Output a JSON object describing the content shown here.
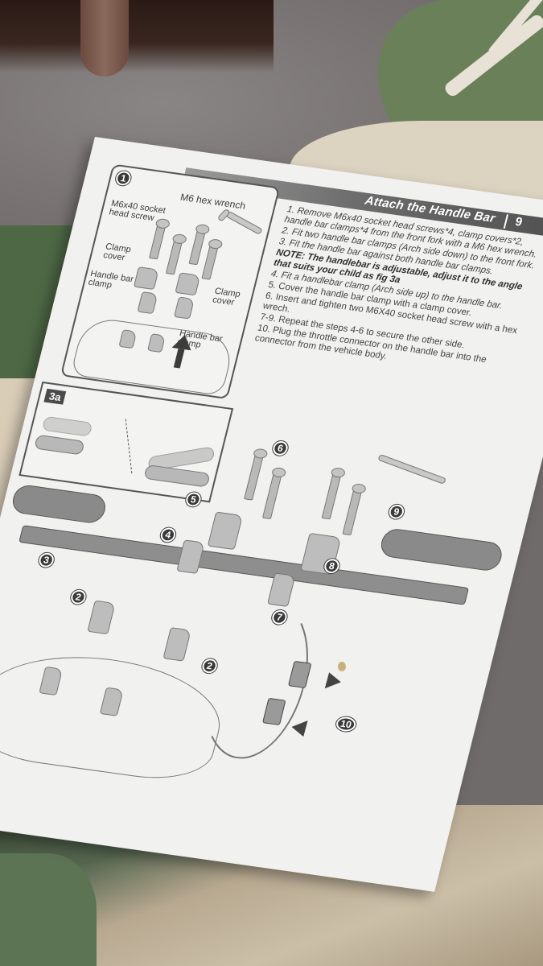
{
  "document": {
    "section_title": "Attach the Handle Bar",
    "page_number": "9"
  },
  "panel_1": {
    "number": "1",
    "labels": {
      "hex_wrench": "M6 hex wrench",
      "socket_screw": "M6x40 socket head screw",
      "clamp_cover_left": "Clamp cover",
      "handle_bar_clamp_left": "Handle bar clamp",
      "clamp_cover_right": "Clamp cover",
      "handle_bar_clamp_right": "Handle bar clamp"
    }
  },
  "panel_3a": {
    "tag": "3a"
  },
  "instructions": [
    {
      "text": "1. Remove M6x40 socket head screws*4, clamp covers*2, handle bar clamps*4 from the front fork with a M6 hex wrench."
    },
    {
      "text": "2. Fit two handle bar clamps (Arch side down) to the front fork."
    },
    {
      "text": "3. Fit the handle bar against both handle bar clamps."
    },
    {
      "text": "NOTE: The handlebar is adjustable, adjust it to the angle that suits your child as fig 3a"
    },
    {
      "text": "4. Fit a handlebar clamp (Arch side up) to the handle bar."
    },
    {
      "text": "5. Cover the handle bar clamp with a clamp cover."
    },
    {
      "text": "6. Insert and tighten two M6X40 socket head screw with a hex wrech."
    },
    {
      "text": "7-9. Repeat the steps 4-6 to secure the other side."
    },
    {
      "text": "10. Plug the throttle connector on the handle bar into the connector from the vehicle body."
    }
  ],
  "diagram_callouts": {
    "c2a": "2",
    "c2b": "2",
    "c3": "3",
    "c4": "4",
    "c5": "5",
    "c6": "6",
    "c7": "7",
    "c8": "8",
    "c9": "9",
    "c10": "10"
  },
  "colors": {
    "title_bar": "#4a4a4a",
    "paper": "#f1f1ef",
    "ink": "#444444"
  }
}
